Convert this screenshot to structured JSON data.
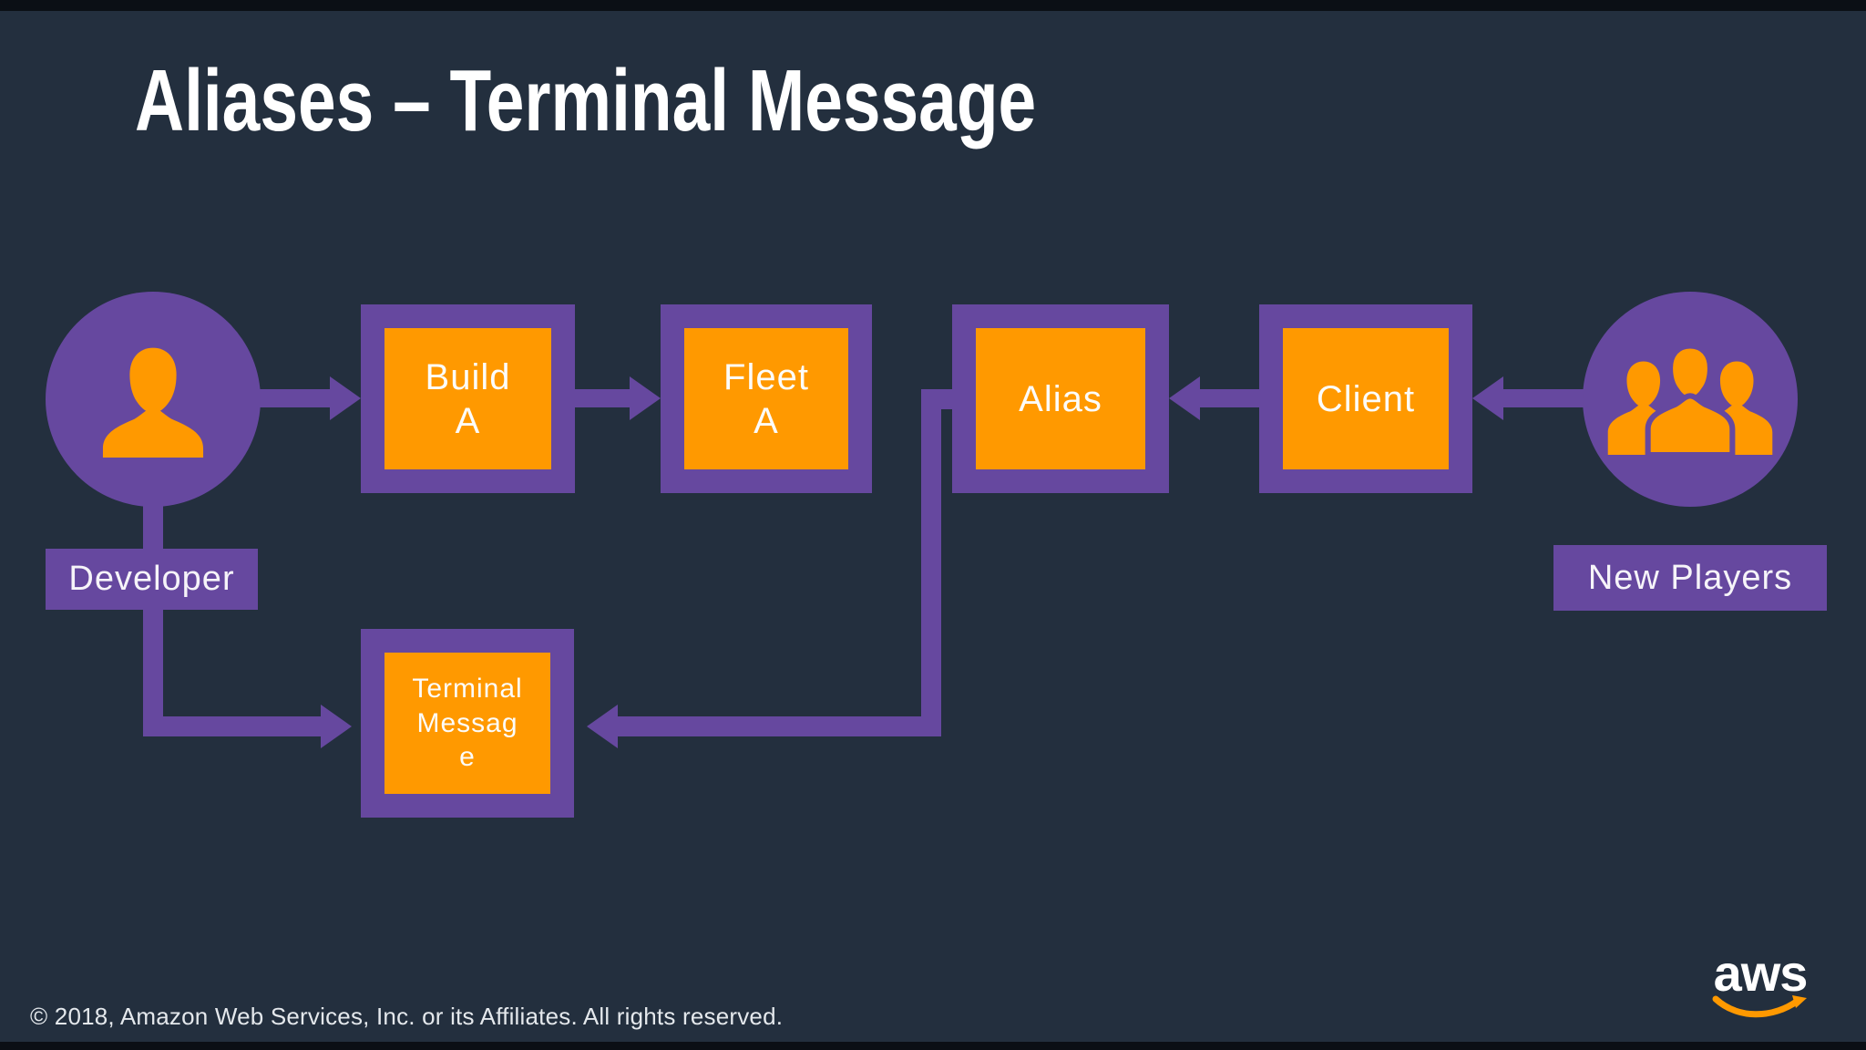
{
  "slide": {
    "title": "Aliases – Terminal Message",
    "footer": "© 2018, Amazon Web Services, Inc. or its Affiliates. All rights reserved.",
    "logo_text": "aws",
    "colors": {
      "background": "#232F3E",
      "purple": "#66489F",
      "orange": "#FF9900",
      "text": "#FFFFFF"
    }
  },
  "diagram": {
    "actors": [
      {
        "id": "developer",
        "label": "Developer",
        "icon": "person-icon"
      },
      {
        "id": "new-players",
        "label": "New Players",
        "icon": "people-group-icon"
      }
    ],
    "nodes": [
      {
        "id": "build-a",
        "label": "Build A"
      },
      {
        "id": "fleet-a",
        "label": "Fleet A"
      },
      {
        "id": "alias",
        "label": "Alias"
      },
      {
        "id": "client",
        "label": "Client"
      },
      {
        "id": "terminal-message",
        "label": "Terminal Message",
        "lines": [
          "Terminal",
          "Messag",
          "e"
        ]
      }
    ],
    "edges": [
      {
        "from": "developer",
        "to": "build-a",
        "direction": "right"
      },
      {
        "from": "build-a",
        "to": "fleet-a",
        "direction": "right"
      },
      {
        "from": "client",
        "to": "alias",
        "direction": "left"
      },
      {
        "from": "new-players",
        "to": "client",
        "direction": "left"
      },
      {
        "from": "developer",
        "to": "terminal-message",
        "direction": "down-then-right"
      },
      {
        "from": "alias",
        "to": "terminal-message",
        "direction": "down-then-left"
      }
    ]
  }
}
